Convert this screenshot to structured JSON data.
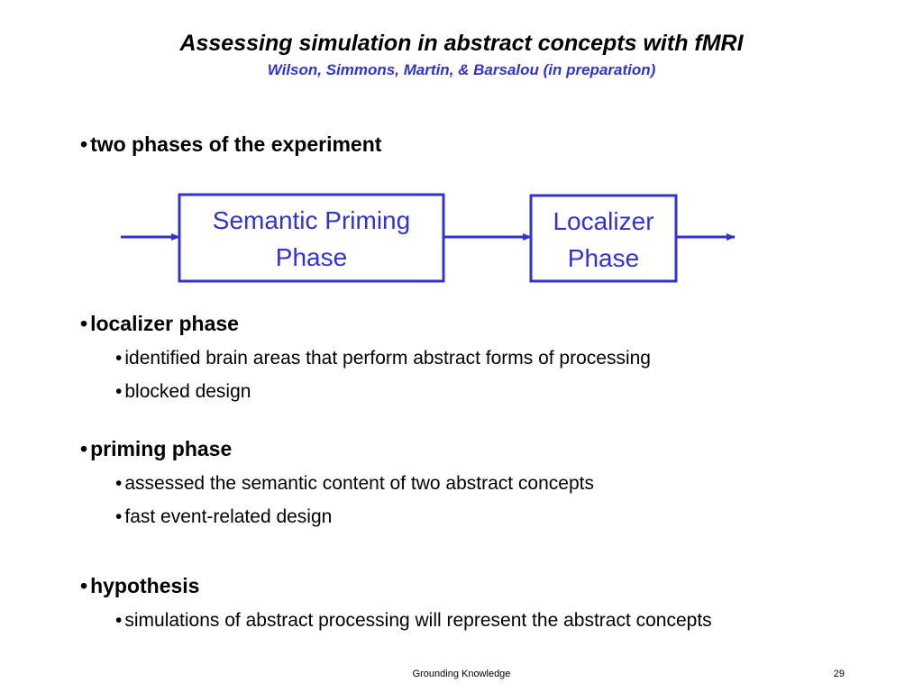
{
  "slide": {
    "title": "Assessing simulation in abstract concepts with fMRI",
    "subtitle": "Wilson, Simmons, Martin, & Barsalou (in preparation)",
    "colors": {
      "accent": "#3333cc",
      "text": "#000000",
      "background": "#ffffff"
    },
    "bullet_symbol": "•",
    "intro_bullet": "two phases of the experiment",
    "diagram": {
      "box1": {
        "line1": "Semantic Priming",
        "line2": "Phase"
      },
      "box2": {
        "line1": "Localizer",
        "line2": "Phase"
      }
    },
    "sections": [
      {
        "heading": "localizer phase",
        "items": [
          "identified brain areas that perform abstract forms of processing",
          "blocked design"
        ]
      },
      {
        "heading": "priming phase",
        "items": [
          "assessed the semantic content of two abstract concepts",
          "fast event-related design"
        ]
      },
      {
        "heading": "hypothesis",
        "items": [
          "simulations of abstract processing will represent the abstract concepts"
        ]
      }
    ],
    "footer": {
      "center": "Grounding Knowledge",
      "page_number": "29"
    }
  }
}
